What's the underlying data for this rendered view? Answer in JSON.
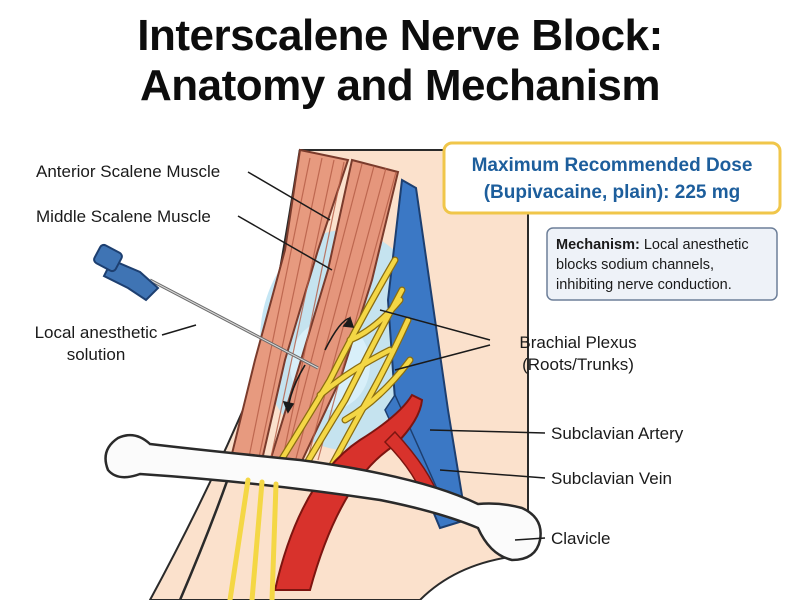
{
  "title": {
    "line1": "Interscalene Nerve Block:",
    "line2": "Anatomy and Mechanism"
  },
  "labels": {
    "anterior_scalene": "Anterior Scalene Muscle",
    "middle_scalene": "Middle Scalene Muscle",
    "local_anesthetic_line1": "Local anesthetic",
    "local_anesthetic_line2": "solution",
    "brachial_plexus_line1": "Brachial Plexus",
    "brachial_plexus_line2": "(Roots/Trunks)",
    "subclavian_artery": "Subclavian Artery",
    "subclavian_vein": "Subclavian Vein",
    "clavicle": "Clavicle"
  },
  "dose_box": {
    "line1": "Maximum Recommended Dose",
    "line2": "(Bupivacaine, plain): 225 mg"
  },
  "mechanism_box": {
    "heading": "Mechanism:",
    "line1_rest": " Local anesthetic",
    "line2": "blocks sodium channels,",
    "line3": "inhibiting nerve conduction."
  },
  "colors": {
    "skin": "#fbe1cc",
    "muscle": "#e79a7f",
    "nerve": "#f4d745",
    "artery": "#d8322c",
    "vein": "#3b78c5",
    "anesthetic": "#bfe3f3",
    "dose_border": "#f0c64a",
    "dose_text": "#1d5e9c"
  }
}
